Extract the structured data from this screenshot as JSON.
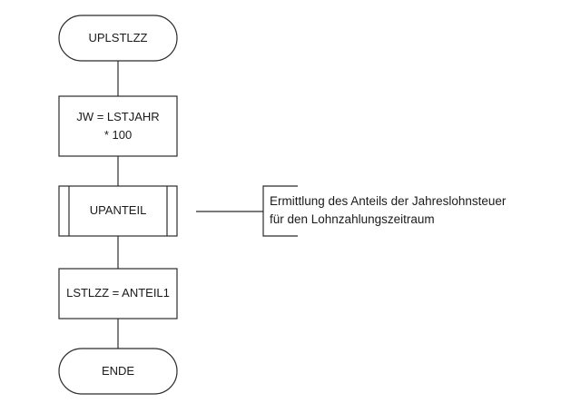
{
  "flowchart": {
    "start_terminal": "UPLSTLZZ",
    "step_1": "JW = LSTJAHR\n* 100",
    "subroutine": "UPANTEIL",
    "subroutine_annotation": "Ermittlung des Anteils der Jahreslohnsteuer\nfür den Lohnzahlungszeitraum",
    "step_2": "LSTLZZ = ANTEIL1",
    "end_terminal": "ENDE"
  },
  "colors": {
    "stroke": "#2b2b2b",
    "text": "#1a1a1a",
    "background": "#ffffff"
  }
}
